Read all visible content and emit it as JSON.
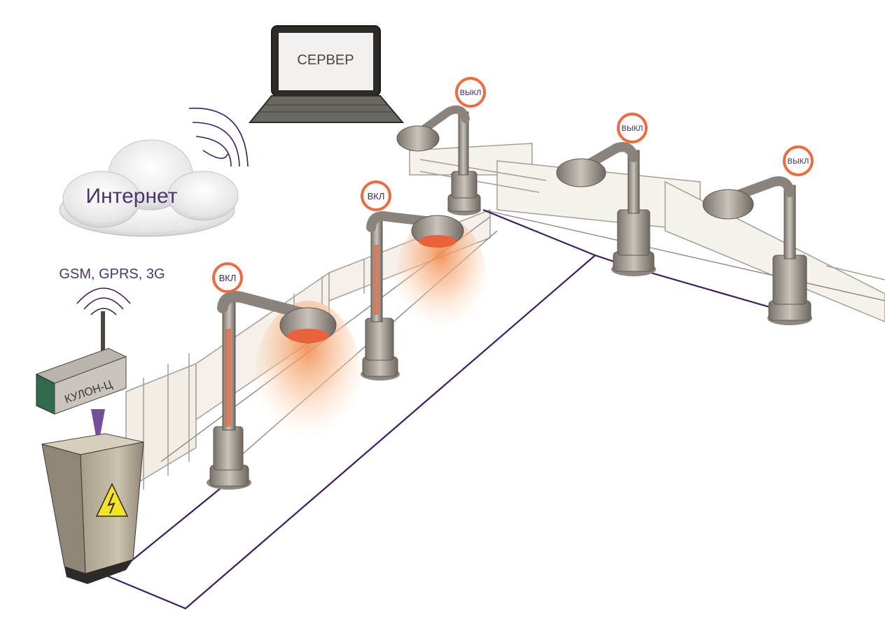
{
  "server": {
    "label": "СЕРВЕР"
  },
  "internet": {
    "label": "Интернет"
  },
  "gsm": {
    "label": "GSM, GPRS, 3G"
  },
  "controller": {
    "label": "КУЛОН-Ц"
  },
  "lamps": [
    {
      "status": "ВКЛ",
      "on": true
    },
    {
      "status": "ВКЛ",
      "on": true
    },
    {
      "status": "ВЫКЛ",
      "on": false
    },
    {
      "status": "ВЫКЛ",
      "on": false
    },
    {
      "status": "ВЫКЛ",
      "on": false
    }
  ],
  "colors": {
    "cable": "#3b1d63",
    "badge_ring": "#ef6a3c",
    "light_glow": "#f4a06a",
    "text": "#3a2a5c"
  }
}
